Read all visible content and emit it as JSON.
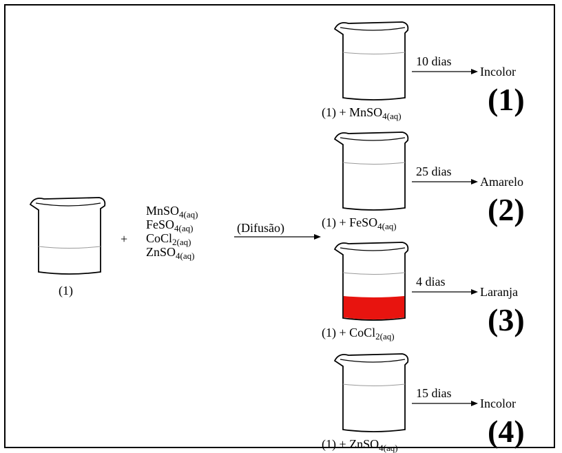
{
  "start": {
    "label": "(1)",
    "plus": "+",
    "reagents": [
      {
        "base": "MnSO",
        "sub": "4(aq)"
      },
      {
        "base": "FeSO",
        "sub": "4(aq)"
      },
      {
        "base": "CoCl",
        "sub": "2(aq)"
      },
      {
        "base": "ZnSO",
        "sub": "4(aq)"
      }
    ],
    "process_label": "(Difusão)"
  },
  "experiments": [
    {
      "label_prefix": "(1) + ",
      "reagent": "MnSO",
      "sub": "4(aq)",
      "time": "10 dias",
      "result": "Incolor",
      "number": "(1)",
      "fill_color": null
    },
    {
      "label_prefix": "(1) + ",
      "reagent": "FeSO",
      "sub": "4(aq)",
      "time": "25 dias",
      "result": "Amarelo",
      "number": "(2)",
      "fill_color": null
    },
    {
      "label_prefix": "(1) + ",
      "reagent": "CoCl",
      "sub": "2(aq)",
      "time": "4 dias",
      "result": "Laranja",
      "number": "(3)",
      "fill_color": "#e8140f"
    },
    {
      "label_prefix": "(1) + ",
      "reagent": "ZnSO",
      "sub": "4(aq)",
      "time": "15 dias",
      "result": "Incolor",
      "number": "(4)",
      "fill_color": null
    }
  ]
}
